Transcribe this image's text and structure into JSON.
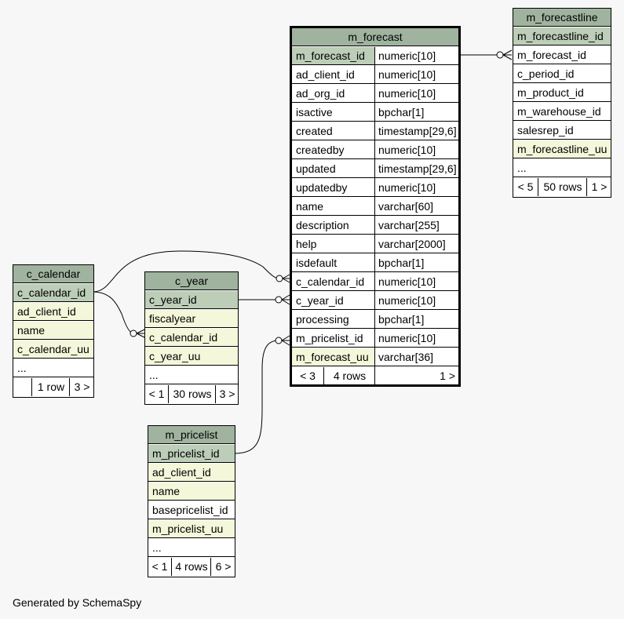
{
  "tables": {
    "m_forecast": {
      "name": "m_forecast",
      "columns": [
        {
          "name": "m_forecast_id",
          "type": "numeric[10]"
        },
        {
          "name": "ad_client_id",
          "type": "numeric[10]"
        },
        {
          "name": "ad_org_id",
          "type": "numeric[10]"
        },
        {
          "name": "isactive",
          "type": "bpchar[1]"
        },
        {
          "name": "created",
          "type": "timestamp[29,6]"
        },
        {
          "name": "createdby",
          "type": "numeric[10]"
        },
        {
          "name": "updated",
          "type": "timestamp[29,6]"
        },
        {
          "name": "updatedby",
          "type": "numeric[10]"
        },
        {
          "name": "name",
          "type": "varchar[60]"
        },
        {
          "name": "description",
          "type": "varchar[255]"
        },
        {
          "name": "help",
          "type": "varchar[2000]"
        },
        {
          "name": "isdefault",
          "type": "bpchar[1]"
        },
        {
          "name": "c_calendar_id",
          "type": "numeric[10]"
        },
        {
          "name": "c_year_id",
          "type": "numeric[10]"
        },
        {
          "name": "processing",
          "type": "bpchar[1]"
        },
        {
          "name": "m_pricelist_id",
          "type": "numeric[10]"
        },
        {
          "name": "m_forecast_uu",
          "type": "varchar[36]"
        }
      ],
      "footer": {
        "parents": "< 3",
        "rows": "4 rows",
        "children": "1 >"
      }
    },
    "m_forecastline": {
      "name": "m_forecastline",
      "columns": [
        "m_forecastline_id",
        "m_forecast_id",
        "c_period_id",
        "m_product_id",
        "m_warehouse_id",
        "salesrep_id",
        "m_forecastline_uu",
        "..."
      ],
      "footer": {
        "parents": "< 5",
        "rows": "50 rows",
        "children": "1 >"
      }
    },
    "c_calendar": {
      "name": "c_calendar",
      "columns": [
        "c_calendar_id",
        "ad_client_id",
        "name",
        "c_calendar_uu",
        "..."
      ],
      "footer": {
        "parents": "",
        "rows": "1 row",
        "children": "3 >"
      }
    },
    "c_year": {
      "name": "c_year",
      "columns": [
        "c_year_id",
        "fiscalyear",
        "c_calendar_id",
        "c_year_uu",
        "..."
      ],
      "footer": {
        "parents": "< 1",
        "rows": "30 rows",
        "children": "3 >"
      }
    },
    "m_pricelist": {
      "name": "m_pricelist",
      "columns": [
        "m_pricelist_id",
        "ad_client_id",
        "name",
        "basepricelist_id",
        "m_pricelist_uu",
        "..."
      ],
      "footer": {
        "parents": "< 1",
        "rows": "4 rows",
        "children": "6 >"
      }
    }
  },
  "footer_text": "Generated by SchemaSpy"
}
